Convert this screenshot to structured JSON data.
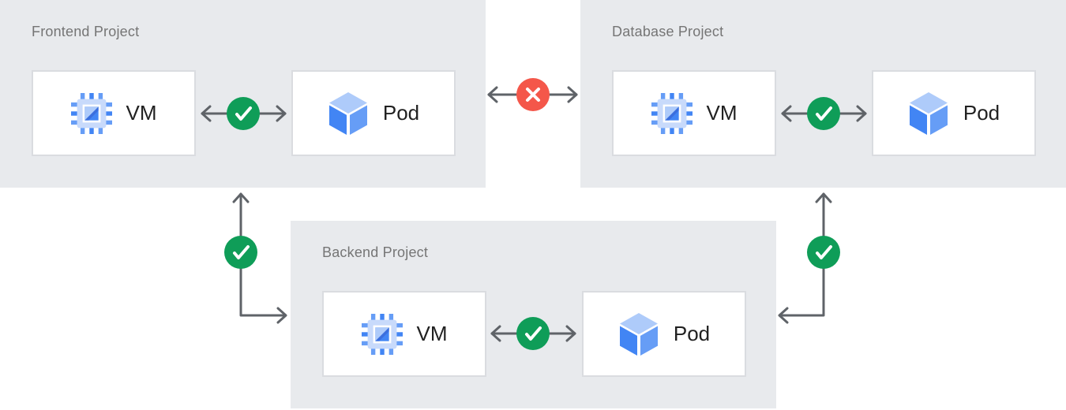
{
  "diagram": {
    "projects": [
      {
        "label": "Frontend Project",
        "internal_connection": "allowed",
        "nodes": [
          {
            "label": "VM",
            "icon": "compute-engine-chip-icon"
          },
          {
            "label": "Pod",
            "icon": "kubernetes-pod-cube-icon"
          }
        ]
      },
      {
        "label": "Database Project",
        "internal_connection": "allowed",
        "nodes": [
          {
            "label": "VM",
            "icon": "compute-engine-chip-icon"
          },
          {
            "label": "Pod",
            "icon": "kubernetes-pod-cube-icon"
          }
        ]
      },
      {
        "label": "Backend Project",
        "internal_connection": "allowed",
        "nodes": [
          {
            "label": "VM",
            "icon": "compute-engine-chip-icon"
          },
          {
            "label": "Pod",
            "icon": "kubernetes-pod-cube-icon"
          }
        ]
      }
    ],
    "connections": [
      {
        "between": "Frontend Project and Database Project",
        "status": "blocked",
        "icon": "x-icon"
      },
      {
        "between": "Frontend Project and Backend Project",
        "status": "allowed",
        "icon": "check-icon"
      },
      {
        "between": "Database Project and Backend Project",
        "status": "allowed",
        "icon": "check-icon"
      }
    ],
    "colors": {
      "panel_background": "#E8EAED",
      "card_background": "#FFFFFF",
      "card_border": "#DADCE0",
      "project_label": "#757575",
      "node_label": "#212121",
      "arrow": "#5F6368",
      "allowed_green": "#0F9D58",
      "blocked_red": "#F4574A",
      "icon_blue_dark": "#4285F4",
      "icon_blue_medium": "#669DF6",
      "icon_blue_light": "#AECBFA"
    }
  }
}
